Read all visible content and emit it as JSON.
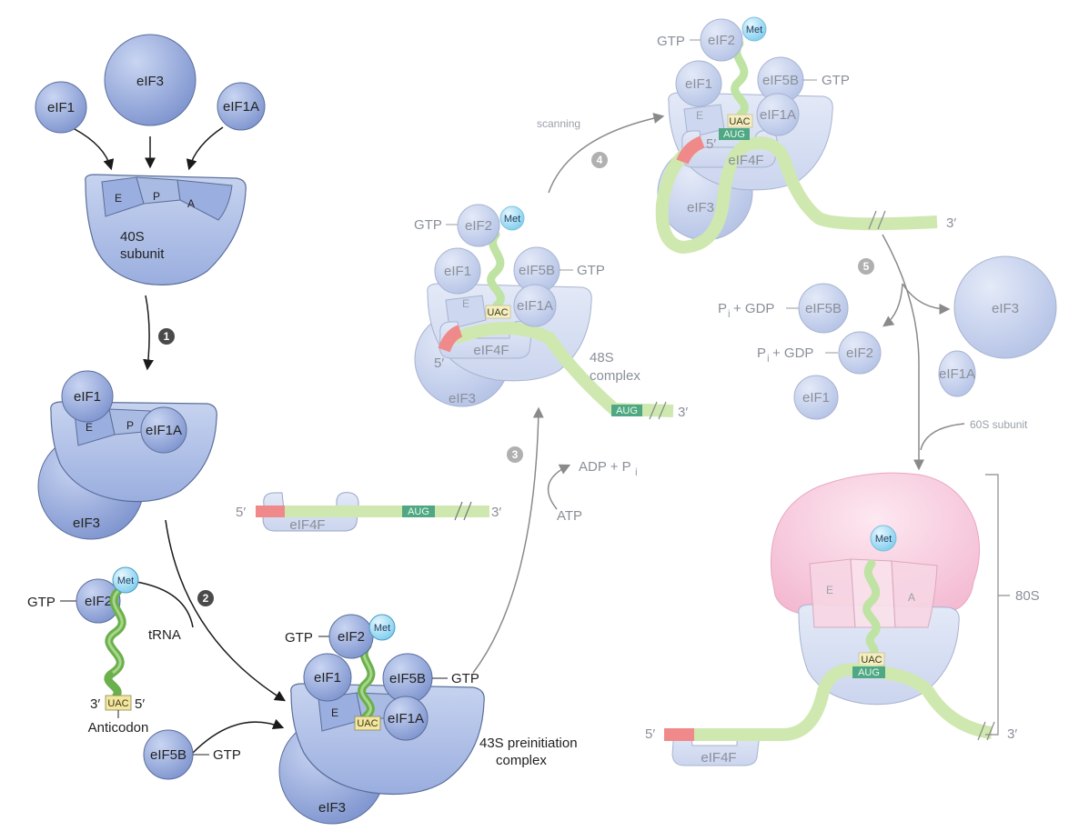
{
  "colors": {
    "ribosome": "#aebfe6",
    "ribosome_stroke": "#5b6e9a",
    "factor": "#8a9fd6",
    "mrna": "#cfe8b0",
    "cap": "#f08a8a",
    "aug": "#4fa883",
    "trna": "#6ab04c",
    "met": "#9fdaf2",
    "codon": "#f2e6a0",
    "large_subunit": "#f5b8d2",
    "arrow_dark": "#1a1a1a",
    "arrow_gray": "#8a8a8a"
  },
  "icons": [
    "initiation-factor-circle",
    "ribosome-subunit-shape",
    "trna-helix",
    "mrna-strand",
    "5prime-cap"
  ],
  "steps": [
    "1",
    "2",
    "3",
    "4",
    "5"
  ],
  "panel_40s": {
    "factor_elf1": "eIF1",
    "factor_elf3": "eIF3",
    "factor_elf1a": "eIF1A",
    "site_e": "E",
    "site_p": "P",
    "site_a": "A",
    "subunit_line1": "40S",
    "subunit_line2": "subunit"
  },
  "panel_bound": {
    "factor_elf1": "eIF1",
    "factor_elf1a": "eIF1A",
    "factor_elf3": "eIF3",
    "site_e": "E",
    "site_p": "P"
  },
  "ternary": {
    "gtp": "GTP",
    "elf2": "eIF2",
    "met": "Met",
    "trna": "tRNA",
    "three_prime": "3′",
    "codon": "UAC",
    "five_prime": "5′",
    "anticodon": "Anticodon",
    "elf5b": "eIF5B",
    "gtp2": "GTP"
  },
  "complex_43s": {
    "gtp_left": "GTP",
    "elf2": "eIF2",
    "met": "Met",
    "elf1": "eIF1",
    "elf5b": "eIF5B",
    "gtp_right": "GTP",
    "site_e": "E",
    "codon": "UAC",
    "elf1a": "eIF1A",
    "elf3": "eIF3",
    "label_line1": "43S preinitiation",
    "label_line2": "complex"
  },
  "mrna_free": {
    "five_prime": "5′",
    "elf4f": "eIF4F",
    "aug": "AUG",
    "three_prime": "3′",
    "adp": "ADP + P",
    "adp_sub": "i",
    "atp": "ATP"
  },
  "complex_48s": {
    "gtp_left": "GTP",
    "elf2": "eIF2",
    "met": "Met",
    "elf1": "eIF1",
    "elf5b": "eIF5B",
    "gtp_right": "GTP",
    "site_e": "E",
    "codon": "UAC",
    "elf1a": "eIF1A",
    "five_prime": "5′",
    "elf4f": "eIF4F",
    "elf3": "eIF3",
    "label_line1": "48S",
    "label_line2": "complex",
    "aug": "AUG",
    "three_prime": "3′"
  },
  "scanning": {
    "label": "scanning",
    "gtp_left": "GTP",
    "elf2": "eIF2",
    "met": "Met",
    "elf1": "eIF1",
    "elf5b": "eIF5B",
    "gtp_right": "GTP",
    "site_e": "E",
    "codon": "UAC",
    "elf1a": "eIF1A",
    "aug": "AUG",
    "five_prime": "5′",
    "elf4f": "eIF4F",
    "elf3": "eIF3",
    "three_prime": "3′"
  },
  "release": {
    "pi1": "P",
    "pi1_sub": "i",
    "gdp1": "+ GDP",
    "elf5b": "eIF5B",
    "elf3": "eIF3",
    "pi2": "P",
    "pi2_sub": "i",
    "gdp2": "+ GDP",
    "elf2": "eIF2",
    "elf1a": "eIF1A",
    "elf1": "eIF1",
    "subunit_60s": "60S subunit"
  },
  "ribosome_80s": {
    "met": "Met",
    "site_e": "E",
    "site_a": "A",
    "codon": "UAC",
    "aug": "AUG",
    "label": "80S",
    "five_prime": "5′",
    "elf4f": "eIF4F",
    "three_prime": "3′"
  }
}
